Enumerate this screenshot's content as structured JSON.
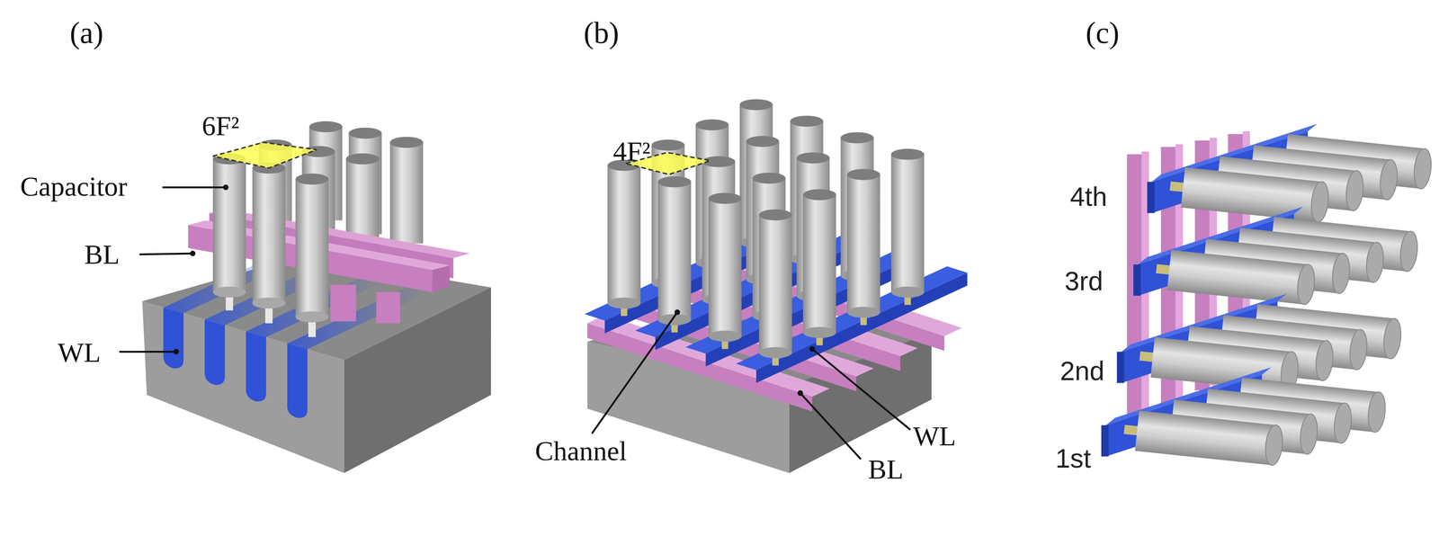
{
  "diagram": {
    "labels": [
      "(a)",
      "(b)",
      "(c)",
      "6F²",
      "Capacitor",
      "BL",
      "WL",
      "4F²",
      "Channel",
      "BL",
      "WL",
      "4th",
      "3rd",
      "2nd",
      "1st"
    ]
  }
}
